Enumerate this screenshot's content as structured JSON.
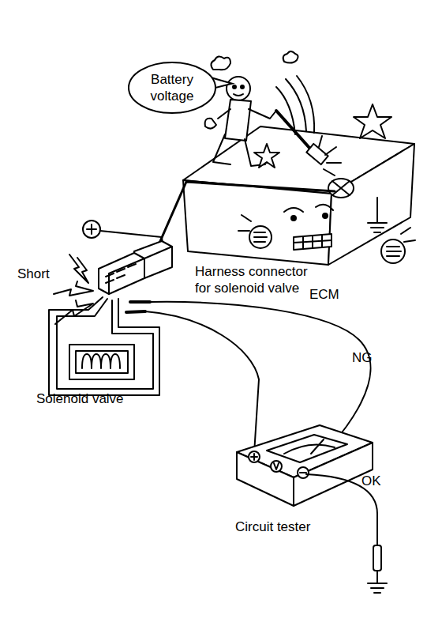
{
  "diagram": {
    "nodes": [
      {
        "text": [
          "Battery voltage"
        ]
      }
    ],
    "labels": [
      "Short",
      "Harness connector for solenoid valve",
      "ECM",
      "Solenoid valve",
      "NG",
      "Circuit tester",
      "OK"
    ]
  }
}
